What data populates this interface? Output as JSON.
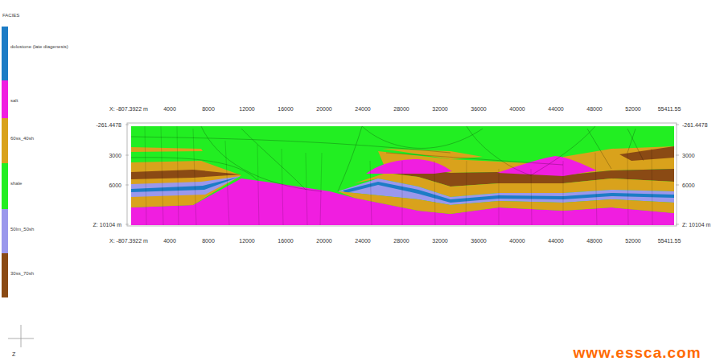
{
  "diagram": {
    "labels": [
      "FACIES",
      "X: -807.3922 m",
      "4000",
      "8000",
      "12000",
      "16000",
      "20000",
      "24000",
      "28000",
      "32000",
      "36000",
      "40000",
      "44000",
      "48000",
      "52000",
      "55411.55",
      "X: -807.3922 m",
      "4000",
      "8000",
      "12000",
      "16000",
      "20000",
      "24000",
      "28000",
      "32000",
      "36000",
      "40000",
      "44000",
      "48000",
      "52000",
      "55411.55",
      "-261.4478",
      "3000",
      "6000",
      "Z: 10104 m",
      "-261.4478",
      "3000",
      "6000",
      "Z: 10104 m",
      "Z",
      "www.essca.com"
    ],
    "legend": [
      {
        "text": "dolostone (late diagenesis)",
        "color": "#1c7cc6"
      },
      {
        "text": "salt",
        "color": "#f01ee0"
      },
      {
        "text": "60ss_40sh",
        "color": "#d9a21c"
      },
      {
        "text": "shale",
        "color": "#22ee22"
      },
      {
        "text": "50lm_50sh",
        "color": "#9a98ec"
      },
      {
        "text": "30ss_70sh",
        "color": "#8a4a14"
      }
    ]
  }
}
